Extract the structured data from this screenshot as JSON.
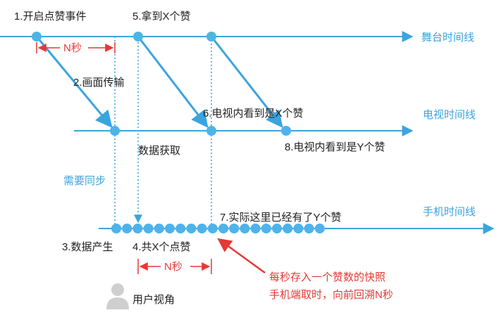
{
  "timelines": {
    "stage": "舞台时间线",
    "tv": "电视时间线",
    "phone": "手机时间线"
  },
  "steps": {
    "s1": "1.开启点赞事件",
    "s2": "2.画面传输",
    "s3": "3.数据产生",
    "s4": "4.共X个点赞",
    "s5": "5.拿到X个赞",
    "s6": "6.电视内看到是X个赞",
    "s7": "7.实际这里已经有了Y个赞",
    "s8": "8.电视内看到是Y个赞"
  },
  "annotations": {
    "need_sync": "需要同步",
    "data_fetch": "数据获取",
    "n_seconds_top": "N秒",
    "n_seconds_bottom": "N秒",
    "snapshot_line1": "每秒存入一个赞数的快照",
    "snapshot_line2": "手机端取时，向前回溯N秒",
    "user_view": "用户视角"
  },
  "colors": {
    "blue": "#3aa4df",
    "node_blue": "#4eb3ea",
    "red": "#e53935",
    "text": "#222222",
    "user_icon": "#cfcfcf"
  }
}
